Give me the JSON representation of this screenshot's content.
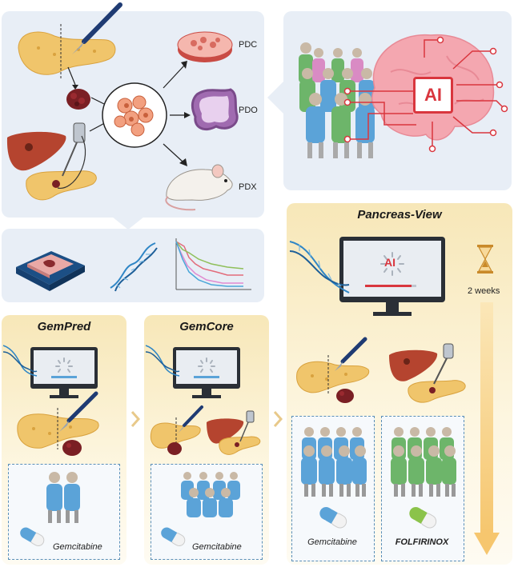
{
  "labels": {
    "pdc": "PDC",
    "pdo": "PDO",
    "pdx": "PDX",
    "ai": "AI",
    "ai_screen": "AI",
    "weeks": "2 weeks"
  },
  "columns": {
    "gempred": {
      "title": "GemPred",
      "drug": "Gemcitabine"
    },
    "gemcore": {
      "title": "GemCore",
      "drug": "Gemcitabine"
    },
    "pancreas_view": {
      "title": "Pancreas-View",
      "drug_left": "Gemcitabine",
      "drug_right": "FOLFIRINOX"
    }
  },
  "colors": {
    "panel_blue": "#e8eef6",
    "column_yellow": "#f7e7b8",
    "person_blue": "#5ba3d8",
    "person_green": "#6db56a",
    "person_pink": "#d98bc4",
    "brain_pink": "#f4a7b0",
    "ai_red": "#d9363e",
    "pancreas": "#f0c56b",
    "liver": "#b5442f"
  }
}
